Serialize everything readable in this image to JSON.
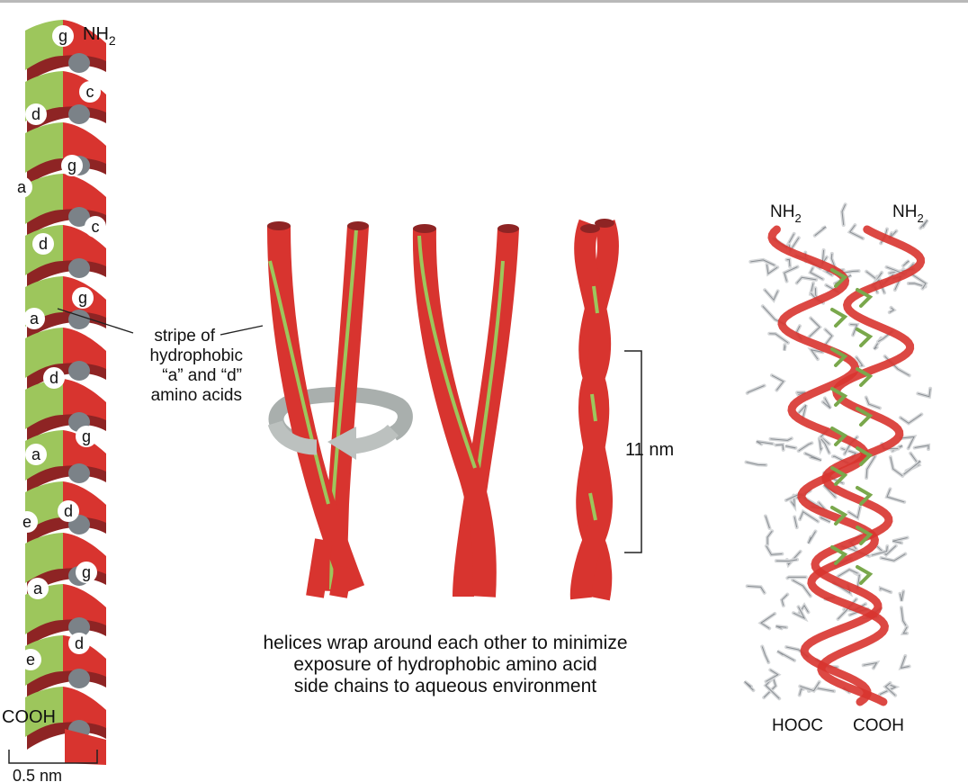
{
  "colors": {
    "helix_red": "#d8342f",
    "helix_dark_red": "#8e2424",
    "hydrophobic_green": "#9dc65c",
    "side_chain_gray": "#7b8288",
    "arrow_gray": "#b5bab8",
    "ribbon_model_green": "#7aa84c"
  },
  "helix_model": {
    "top_terminus": "NH",
    "top_terminus_sub": "2",
    "bottom_terminus": "COOH",
    "scale_bar_label": "0.5 nm",
    "residue_letters": [
      "g",
      "c",
      "d",
      "g",
      "a",
      "c",
      "d",
      "g",
      "a",
      "d",
      "g",
      "a",
      "d",
      "e",
      "g",
      "a",
      "d",
      "e"
    ]
  },
  "annotation": {
    "stripe_label_lines": [
      "stripe of",
      "hydrophobic",
      "“a” and “d”",
      "amino acids"
    ]
  },
  "measure": {
    "length_label": "11 nm"
  },
  "caption_lines": [
    "helices wrap around each other to minimize",
    "exposure of hydrophobic amino acid",
    "side chains to aqueous environment"
  ],
  "structure_model": {
    "top_left": "NH",
    "top_left_sub": "2",
    "top_right": "NH",
    "top_right_sub": "2",
    "bottom_left": "HOOC",
    "bottom_right": "COOH"
  }
}
